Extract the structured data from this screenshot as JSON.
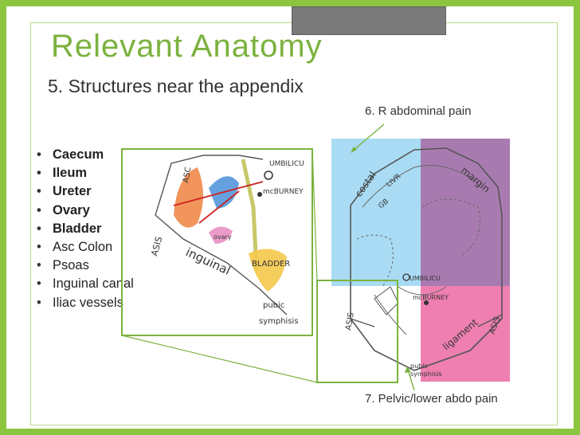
{
  "slide": {
    "title": "Relevant Anatomy",
    "subtitle": "5. Structures near the appendix",
    "bullets": [
      {
        "label": "Caecum",
        "bold": true
      },
      {
        "label": "Ileum",
        "bold": true
      },
      {
        "label": "Ureter",
        "bold": true
      },
      {
        "label": "Ovary",
        "bold": true
      },
      {
        "label": "Bladder",
        "bold": true
      },
      {
        "label": "Asc Colon",
        "bold": false
      },
      {
        "label": "Psoas",
        "bold": false
      },
      {
        "label": "Inguinal canal",
        "bold": false
      },
      {
        "label": "Iliac vessels",
        "bold": false
      }
    ],
    "caption_right_pain": "6. R abdominal pain",
    "caption_pelvic_pain": "7. Pelvic/lower abdo pain"
  },
  "sketch_labels": {
    "umbilicus": "UMBILICU",
    "mcburney": "mcBURNEY",
    "asis": "ASIS",
    "inguinal": "inguinal",
    "bladder": "BLADDER",
    "pubic": "pubic",
    "symphysis": "symphisis",
    "ovary": "ovary",
    "asc": "ASC",
    "costal": "costal",
    "margin": "margin",
    "liver": "LIVR",
    "gb": "GB",
    "ligament": "ligament"
  },
  "colors": {
    "background": "#8cc63f",
    "title": "#7bb23e",
    "quadrant_blue": "#a9dcf4",
    "quadrant_purple": "#a87bb0",
    "quadrant_pink": "#ee7fb0",
    "caecum_orange": "#f08a4a",
    "bladder_yellow": "#f4c84a",
    "ureter_olive": "#c8c86a",
    "ileum_blue": "#4a90d8",
    "ovary_pink": "#e88ac0"
  }
}
